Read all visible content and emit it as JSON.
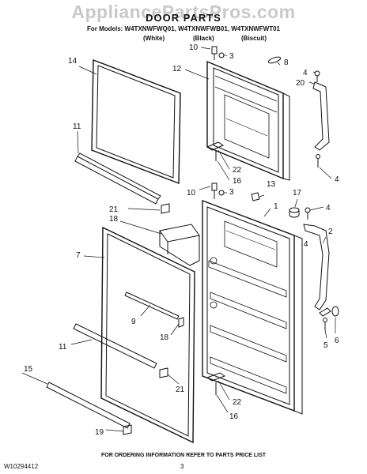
{
  "watermark": "AppliancePartsPros.com",
  "header": {
    "title": "DOOR PARTS",
    "models": "For Models: W4TXNWFWQ01, W4TXNWFWB01, W4TXNWFWT01",
    "variants": [
      "(White)",
      "(Black)",
      "(Biscuit)"
    ]
  },
  "callouts": {
    "c1": "1",
    "c2": "2",
    "c3a": "3",
    "c3b": "3",
    "c4a": "4",
    "c4b": "4",
    "c4c": "4",
    "c4d": "4",
    "c5": "5",
    "c6": "6",
    "c7": "7",
    "c8": "8",
    "c9": "9",
    "c10a": "10",
    "c10b": "10",
    "c11a": "11",
    "c11b": "11",
    "c12": "12",
    "c13": "13",
    "c14": "14",
    "c15": "15",
    "c16a": "16",
    "c16b": "16",
    "c17": "17",
    "c18a": "18",
    "c18b": "18",
    "c19": "19",
    "c20": "20",
    "c21a": "21",
    "c21b": "21",
    "c22a": "22",
    "c22b": "22"
  },
  "footer": {
    "doc_number": "W10294412",
    "ordering_note": "FOR ORDERING INFORMATION REFER TO PARTS PRICE LIST",
    "page_number": "3"
  }
}
